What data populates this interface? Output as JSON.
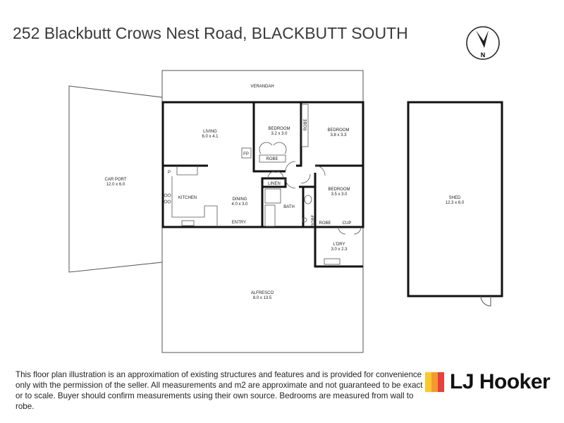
{
  "title": "252 Blackbutt Crows Nest Road, BLACKBUTT SOUTH",
  "compass": {
    "label": "N",
    "icon": "north-arrow-icon"
  },
  "rooms": {
    "verandah": {
      "name": "VERANDAH"
    },
    "living": {
      "name": "LIVING",
      "size": "6.0 x 4.1"
    },
    "bedroom1": {
      "name": "BEDROOM",
      "size": "3.2 x 3.0"
    },
    "bedroom2": {
      "name": "BEDROOM",
      "size": "3.8 x 3.3"
    },
    "bedroom3": {
      "name": "BEDROOM",
      "size": "3.5 x 3.0"
    },
    "robe1": {
      "name": "ROBE"
    },
    "robe2": {
      "name": "ROBE"
    },
    "robe3": {
      "name": "ROBE"
    },
    "robe4": {
      "name": "ROBE"
    },
    "fp": {
      "name": "FP"
    },
    "pantry": {
      "name": "P"
    },
    "linen": {
      "name": "LINEN"
    },
    "kitchen": {
      "name": "KITCHEN"
    },
    "dining": {
      "name": "DINING",
      "size": "4.0 x 3.0"
    },
    "entry": {
      "name": "ENTRY"
    },
    "bath": {
      "name": "BATH"
    },
    "cup": {
      "name": "CUP"
    },
    "laundry": {
      "name": "L'DRY",
      "size": "3.0 x 2.3"
    },
    "carport": {
      "name": "CAR PORT",
      "size": "12.0 x 6.0"
    },
    "alfresco": {
      "name": "ALFRESCO",
      "size": "8.0 x 13.5"
    },
    "shed": {
      "name": "SHED",
      "size": "12.3 x 6.0"
    }
  },
  "disclaimer": "This floor plan illustration is an approximation of existing structures and features and is provided for convenience only with the permission of the seller. All measurements and m2 are approximate and not guaranteed to be exact or to scale. Buyer should confirm measurements using their own source. Bedrooms are measured from wall to robe.",
  "logo": {
    "text": "LJ Hooker",
    "colors": [
      "#f9c82b",
      "#f39a2e",
      "#e8403a"
    ]
  }
}
